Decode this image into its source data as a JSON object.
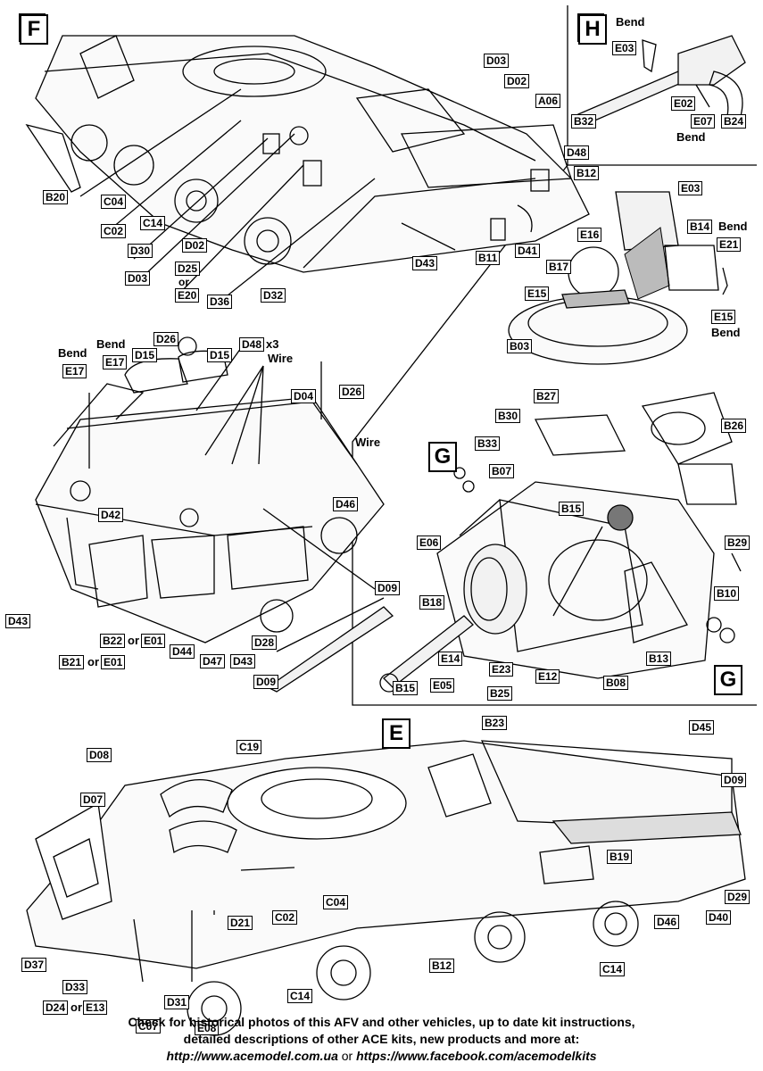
{
  "sections": {
    "F": "F",
    "H": "H",
    "G_top": "G",
    "G_bottom": "G",
    "E": "E"
  },
  "words": {
    "bend": "Bend",
    "wire": "Wire",
    "or": "or",
    "x3": "x3"
  },
  "footer": {
    "line1": "Check for historical photos of this AFV and  other vehicles, up to date kit instructions,",
    "line2": "detailed descriptions of other ACE kits, new products and more at:",
    "url1": "http://www.acemodel.com.ua",
    "or": "or",
    "url2": "https://www.facebook.com/acemodelkits"
  },
  "labels": {
    "F": [
      "D03",
      "D02",
      "A06",
      "D48",
      "B12",
      "B20",
      "C04",
      "C02",
      "C14",
      "D30",
      "D02",
      "D03",
      "D25",
      "E20",
      "D36",
      "D32",
      "D43",
      "B11",
      "D41"
    ],
    "H": [
      "E03",
      "B32",
      "E02",
      "E07",
      "B24"
    ],
    "rear": [
      "D26",
      "D48",
      "D15",
      "D15",
      "E17",
      "E17",
      "D04",
      "D26",
      "D46",
      "D42",
      "D43",
      "B22",
      "E01",
      "D44",
      "D47",
      "D43",
      "D28",
      "D09",
      "D09",
      "B21",
      "E01"
    ],
    "turret": [
      "E03",
      "B14",
      "E21",
      "E16",
      "B17",
      "E15",
      "E15",
      "B03"
    ],
    "G": [
      "B27",
      "B30",
      "B26",
      "B33",
      "B07",
      "B15",
      "E06",
      "B29",
      "B18",
      "B10",
      "E14",
      "E05",
      "E23",
      "E12",
      "B13",
      "B25",
      "B15",
      "B08"
    ],
    "E": [
      "B23",
      "D45",
      "D08",
      "C19",
      "D09",
      "D07",
      "B19",
      "D29",
      "D46",
      "D40",
      "C04",
      "C02",
      "D21",
      "D37",
      "D33",
      "D24",
      "E13",
      "D31",
      "B12",
      "C14",
      "C14",
      "C07",
      "E08"
    ]
  }
}
